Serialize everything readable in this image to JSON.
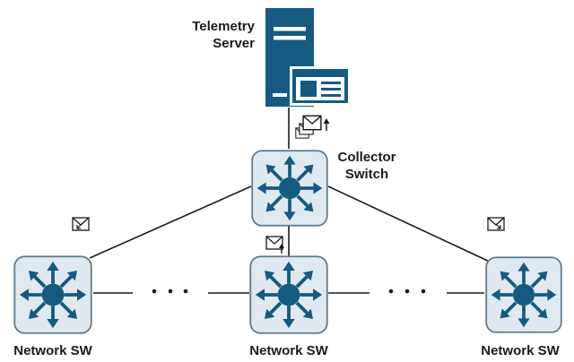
{
  "nodes": {
    "telemetry_server": {
      "label_line1": "Telemetry",
      "label_line2": "Server"
    },
    "collector_switch": {
      "label_line1": "Collector",
      "label_line2": "Switch"
    },
    "network_switches": [
      {
        "label": "Network SW"
      },
      {
        "label": "Network SW"
      },
      {
        "label": "Network SW"
      }
    ]
  },
  "connectors": {
    "ellipsis_left": "· · ·",
    "ellipsis_right": "· · ·"
  },
  "icons": {
    "server": "server-icon",
    "switch": "layer3-switch-icon",
    "message": "envelope-icon",
    "stacked_messages": "stacked-envelopes-icon"
  },
  "colors": {
    "switch_fill": "#dfe9ef",
    "switch_stroke": "#5d7a8c",
    "icon_blue": "#155a80",
    "line": "#1a1a1a",
    "label": "#1a1a1a"
  }
}
